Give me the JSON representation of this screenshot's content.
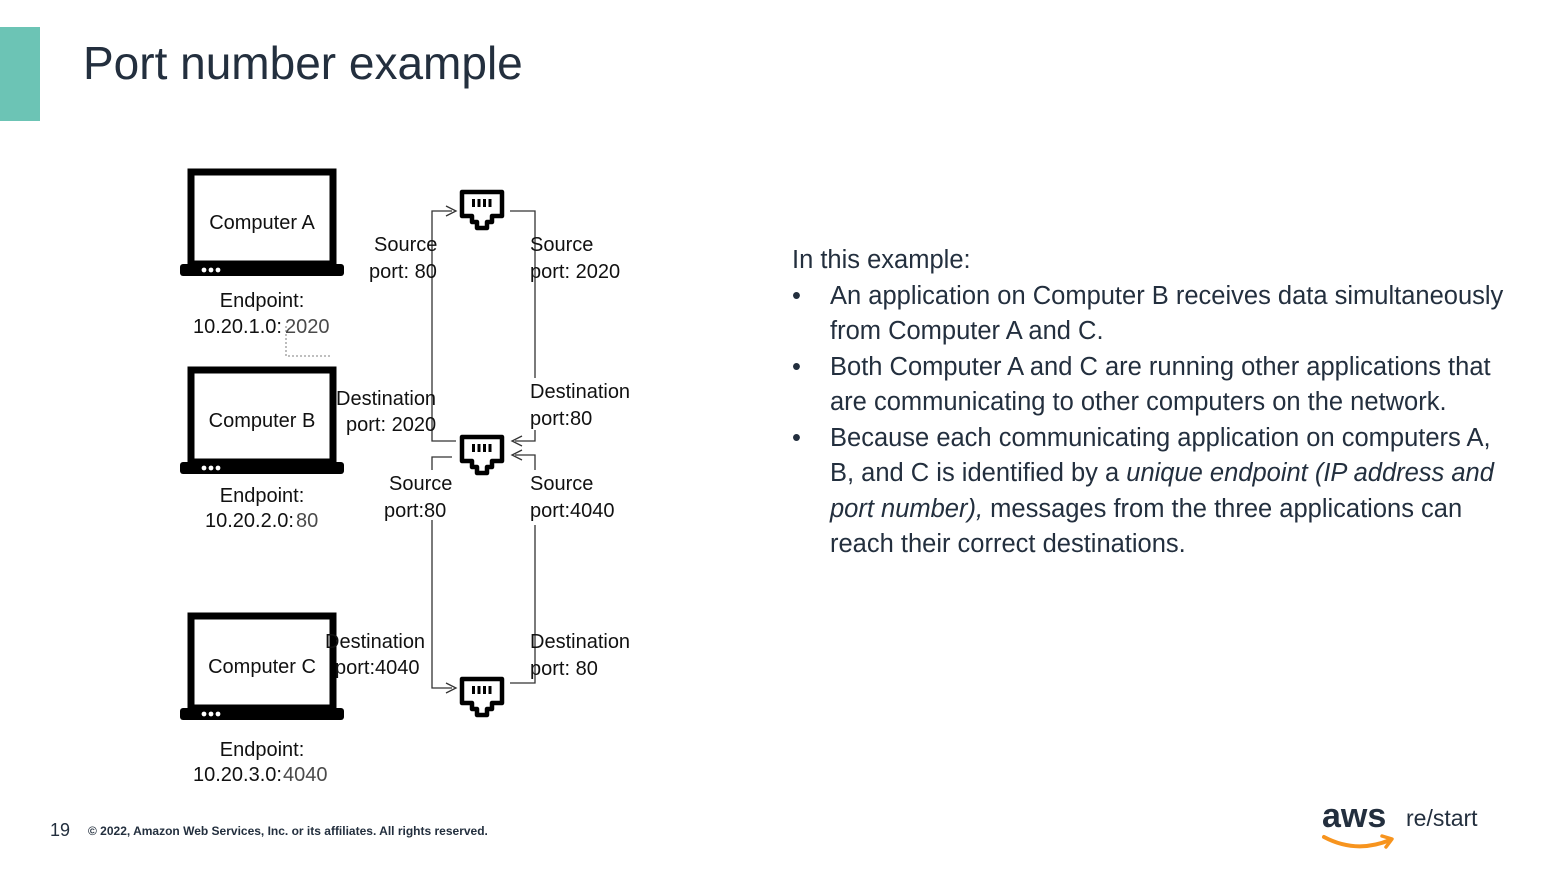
{
  "title": "Port number example",
  "slide_number": "19",
  "copyright": "© 2022, Amazon Web Services, Inc. or its affiliates. All rights reserved.",
  "logo": {
    "brand": "aws",
    "product": "re/start",
    "colors": {
      "brand_text": "#232f3e",
      "smile": "#f7941e"
    }
  },
  "colors": {
    "accent": "#6cc4b5",
    "text": "#232f3e"
  },
  "diagram": {
    "computers": [
      {
        "name": "Computer A",
        "endpoint_label": "Endpoint:",
        "ip": "10.20.1.0:",
        "port": "2020"
      },
      {
        "name": "Computer B",
        "endpoint_label": "Endpoint:",
        "ip": "10.20.2.0:",
        "port": "80"
      },
      {
        "name": "Computer C",
        "endpoint_label": "Endpoint:",
        "ip": "10.20.3.0:",
        "port": "4040"
      }
    ],
    "labels": {
      "a_source_left": {
        "line1": "Source",
        "line2": "port: 80"
      },
      "a_source_right": {
        "line1": "Source",
        "line2": "port: 2020"
      },
      "b_dest_left": {
        "line1": "Destination",
        "line2": "port: 2020"
      },
      "b_dest_right": {
        "line1": "Destination",
        "line2": "port:80"
      },
      "b_source_left": {
        "line1": "Source",
        "line2": "port:80"
      },
      "b_source_right": {
        "line1": "Source",
        "line2": "port:4040"
      },
      "c_dest_left": {
        "line1": "Destination",
        "line2": "port:4040"
      },
      "c_dest_right": {
        "line1": "Destination",
        "line2": "port: 80"
      }
    },
    "icons": [
      "laptop-icon",
      "network-port-icon"
    ]
  },
  "body": {
    "intro": "In this example:",
    "bullets": [
      {
        "parts": [
          {
            "text": "An application on Computer B receives data simultaneously from Computer A and C.",
            "italic": false
          }
        ]
      },
      {
        "parts": [
          {
            "text": "Both Computer A and C are running other applications that are communicating to other computers on the network.",
            "italic": false
          }
        ]
      },
      {
        "parts": [
          {
            "text": "Because each communicating application on computers A, B, and C is identified by a ",
            "italic": false
          },
          {
            "text": "unique endpoint (IP address and port number),",
            "italic": true
          },
          {
            "text": " messages from the three applications can reach their correct destinations.",
            "italic": false
          }
        ]
      }
    ]
  }
}
